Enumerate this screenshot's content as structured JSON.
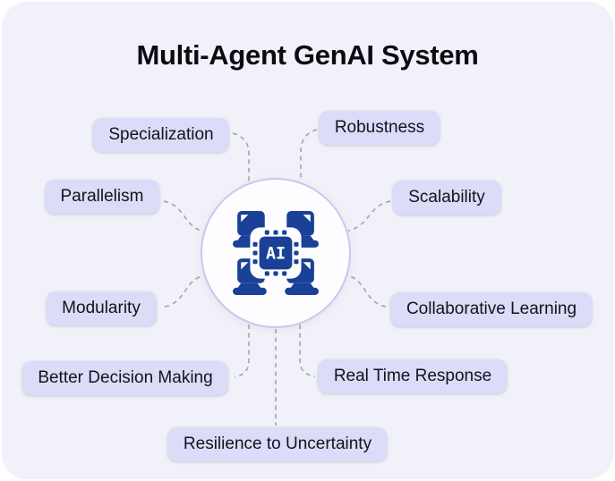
{
  "title": "Multi-Agent GenAI System",
  "center": {
    "chip_label": "AI",
    "icon": "multi-agent-ai-chip-icon"
  },
  "nodes": [
    {
      "label": "Specialization"
    },
    {
      "label": "Robustness"
    },
    {
      "label": "Parallelism"
    },
    {
      "label": "Scalability"
    },
    {
      "label": "Modularity"
    },
    {
      "label": "Collaborative Learning"
    },
    {
      "label": "Better Decision Making"
    },
    {
      "label": "Real Time Response"
    },
    {
      "label": "Resilience to Uncertainty"
    }
  ],
  "colors": {
    "card_background": "#f1f1f9",
    "pill_background": "#dcdbf8",
    "pill_text": "#13131c",
    "icon_blue": "#1a4197",
    "hub_border": "#cac7f0",
    "connector_gray": "#a7a7b4",
    "title_text": "#0b0b12"
  }
}
